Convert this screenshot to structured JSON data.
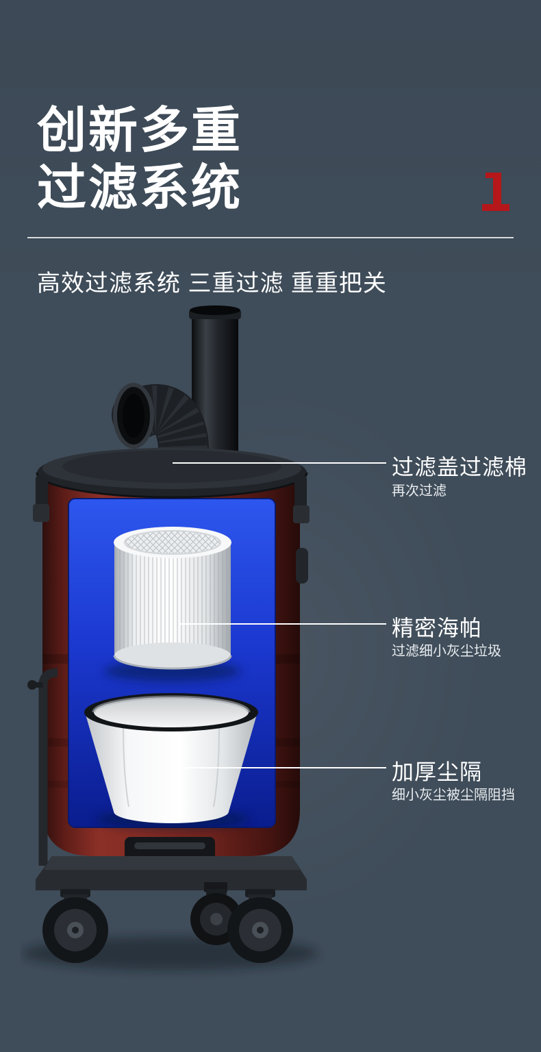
{
  "page": {
    "background": "#3f4c59",
    "accent_red": "#b5171a"
  },
  "header": {
    "title_line1": "创新多重",
    "title_line2": "过滤系统",
    "subtitle": "高效过滤系统 三重过滤 重重把关"
  },
  "callouts": [
    {
      "title": "过滤盖过滤棉",
      "desc": "再次过滤"
    },
    {
      "title": "精密海帕",
      "desc": "过滤细小灰尘垃圾"
    },
    {
      "title": "加厚尘隔",
      "desc": "细小灰尘被尘隔阻挡"
    }
  ],
  "product": {
    "drum_color": "#7e2a22",
    "cutaway_window_color": "#1b38cf",
    "filter_color": "#ffffff"
  }
}
